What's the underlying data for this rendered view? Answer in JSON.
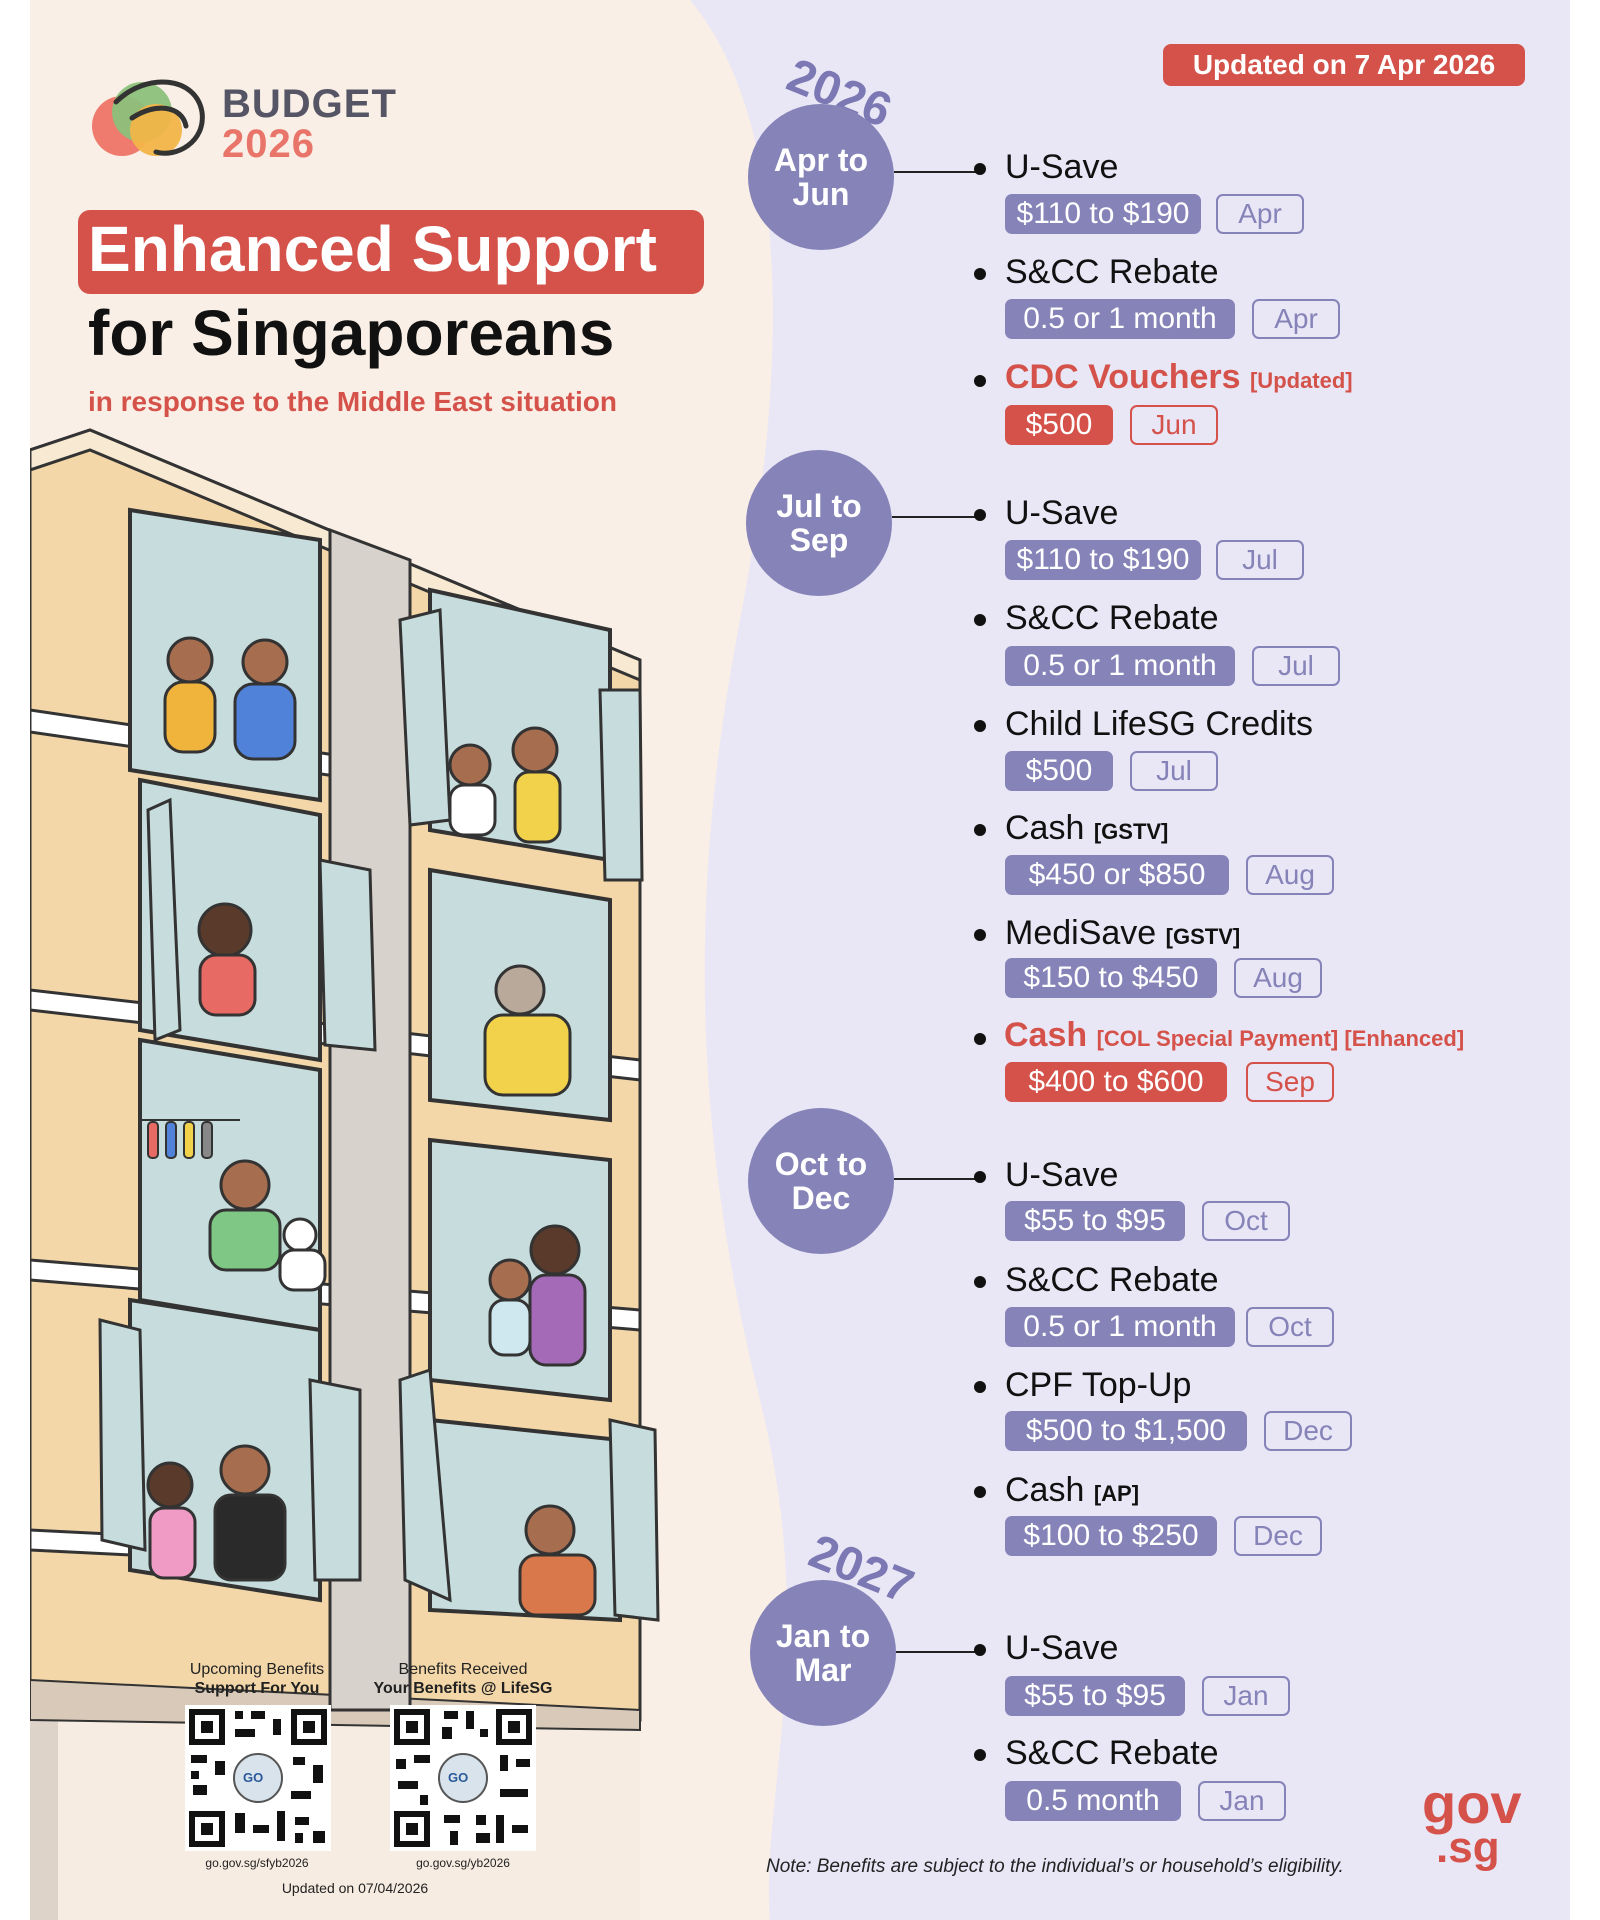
{
  "header": {
    "logo_line1": "BUDGET",
    "logo_line2": "2026",
    "title_line1": "Enhanced Support",
    "title_line2": "for Singaporeans",
    "subtitle": "in response to the Middle East situation",
    "updated_badge": "Updated on 7 Apr 2026"
  },
  "years": {
    "y1": "2026",
    "y2": "2027"
  },
  "periods": [
    {
      "label1": "Apr to",
      "label2": "Jun",
      "benefits": [
        {
          "title": "U-Save",
          "tag": "",
          "amount": "$110 to $190",
          "month": "Apr",
          "highlight": false
        },
        {
          "title": "S&CC Rebate",
          "tag": "",
          "amount": "0.5 or 1 month",
          "month": "Apr",
          "highlight": false
        },
        {
          "title": "CDC Vouchers",
          "tag": "[Updated]",
          "amount": "$500",
          "month": "Jun",
          "highlight": true
        }
      ]
    },
    {
      "label1": "Jul to",
      "label2": "Sep",
      "benefits": [
        {
          "title": "U-Save",
          "tag": "",
          "amount": "$110 to $190",
          "month": "Jul",
          "highlight": false
        },
        {
          "title": "S&CC Rebate",
          "tag": "",
          "amount": "0.5 or 1 month",
          "month": "Jul",
          "highlight": false
        },
        {
          "title": "Child LifeSG Credits",
          "tag": "",
          "amount": "$500",
          "month": "Jul",
          "highlight": false
        },
        {
          "title": "Cash",
          "tag": "[GSTV]",
          "amount": "$450 or $850",
          "month": "Aug",
          "highlight": false
        },
        {
          "title": "MediSave",
          "tag": "[GSTV]",
          "amount": "$150 to $450",
          "month": "Aug",
          "highlight": false
        },
        {
          "title": "Cash",
          "tag": "[COL Special Payment] [Enhanced]",
          "amount": "$400 to $600",
          "month": "Sep",
          "highlight": true
        }
      ]
    },
    {
      "label1": "Oct to",
      "label2": "Dec",
      "benefits": [
        {
          "title": "U-Save",
          "tag": "",
          "amount": "$55 to $95",
          "month": "Oct",
          "highlight": false
        },
        {
          "title": "S&CC Rebate",
          "tag": "",
          "amount": "0.5 or 1 month",
          "month": "Oct",
          "highlight": false
        },
        {
          "title": "CPF Top-Up",
          "tag": "",
          "amount": "$500 to $1,500",
          "month": "Dec",
          "highlight": false
        },
        {
          "title": "Cash",
          "tag": "[AP]",
          "amount": "$100 to $250",
          "month": "Dec",
          "highlight": false
        }
      ]
    },
    {
      "label1": "Jan to",
      "label2": "Mar",
      "benefits": [
        {
          "title": "U-Save",
          "tag": "",
          "amount": "$55 to $95",
          "month": "Jan",
          "highlight": false
        },
        {
          "title": "S&CC Rebate",
          "tag": "",
          "amount": "0.5 month",
          "month": "Jan",
          "highlight": false
        }
      ]
    }
  ],
  "qr": {
    "left_caption1": "Upcoming Benefits",
    "left_caption2": "Support For You",
    "left_url": "go.gov.sg/sfyb2026",
    "right_caption1": "Benefits Received",
    "right_caption2": "Your Benefits @ LifeSG",
    "right_url": "go.gov.sg/yb2026",
    "center_logo": "GO"
  },
  "footer": {
    "left_updated": "Updated on 07/04/2026",
    "note": "Note: Benefits are subject to the individual’s or household’s eligibility.",
    "govsg_line1": "gov",
    "govsg_line2": ".sg"
  },
  "colors": {
    "accent_red": "#d4524a",
    "purple": "#8583b8",
    "lavender_bg": "#e9e6f5",
    "cream_bg": "#f9efe6"
  }
}
